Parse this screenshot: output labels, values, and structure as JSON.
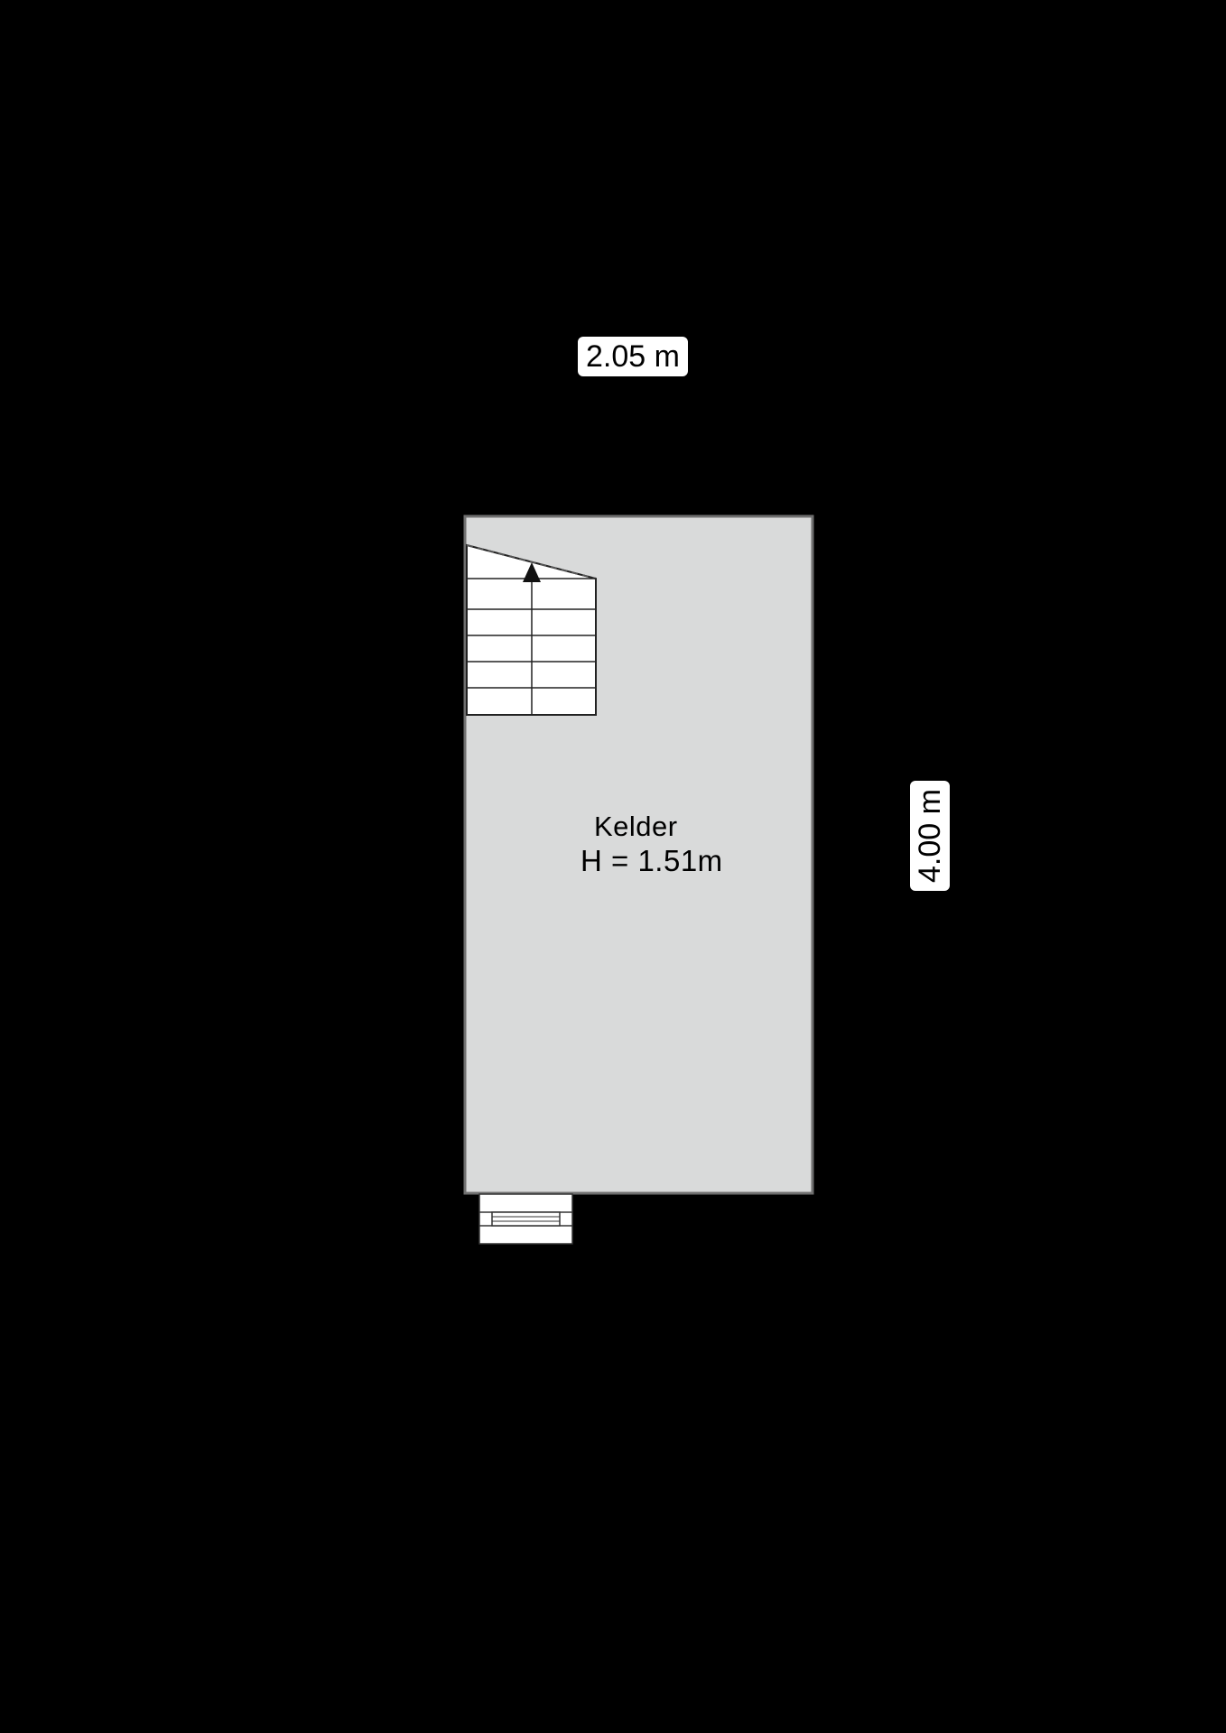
{
  "floorplan": {
    "room": {
      "name": "Kelder",
      "height_label": "H = 1.51m"
    },
    "dimensions": {
      "width": "2.05 m",
      "depth": "4.00 m"
    },
    "colors": {
      "background": "#000000",
      "room_fill": "#d9dada",
      "stair_fill": "#ffffff",
      "label_bg": "#ffffff"
    }
  }
}
